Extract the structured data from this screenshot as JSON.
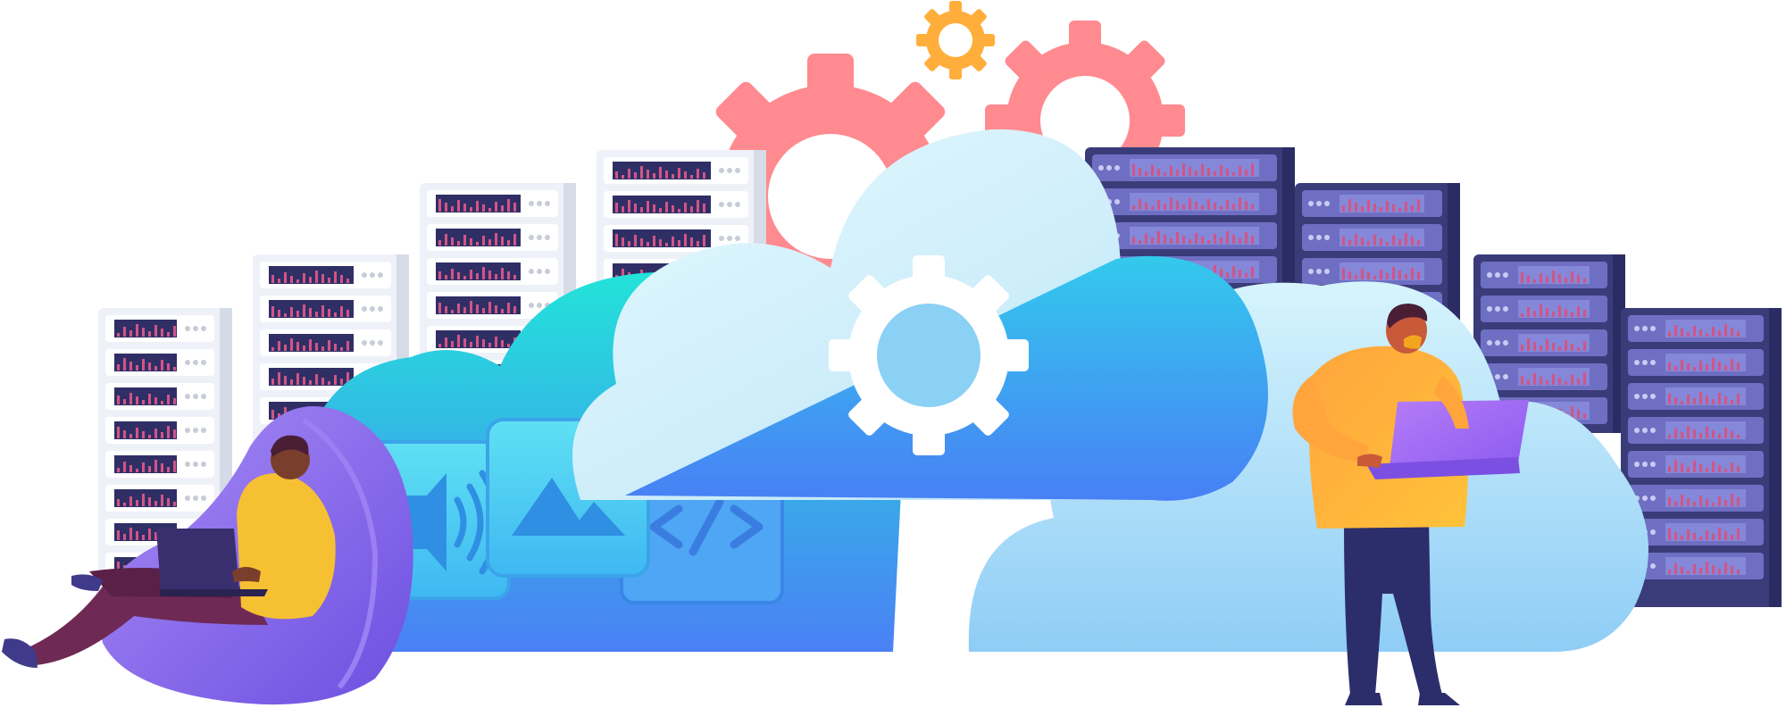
{
  "illustration": {
    "theme": "cloud-computing",
    "icons": [
      "gear-icon",
      "audio-icon",
      "image-icon",
      "code-icon"
    ],
    "people": [
      "person-on-beanbag-with-laptop",
      "person-standing-with-laptop"
    ],
    "colors": {
      "gear_pink": "#FF8A8F",
      "gear_orange": "#FFAE3B",
      "server_light": "#EEF1F8",
      "server_dark": "#3A3C7A",
      "cloud_teal": "#22E3D9",
      "cloud_blue": "#4686F6",
      "cloud_light": "#D9F6FC",
      "screen_bars": "#D25586",
      "beanbag": "#8B6DF0",
      "shirt_yellow": "#F6C033",
      "shirt_orange": "#FF9433",
      "laptop_purple": "#A86FF5",
      "pants": "#2C2E6B"
    }
  }
}
